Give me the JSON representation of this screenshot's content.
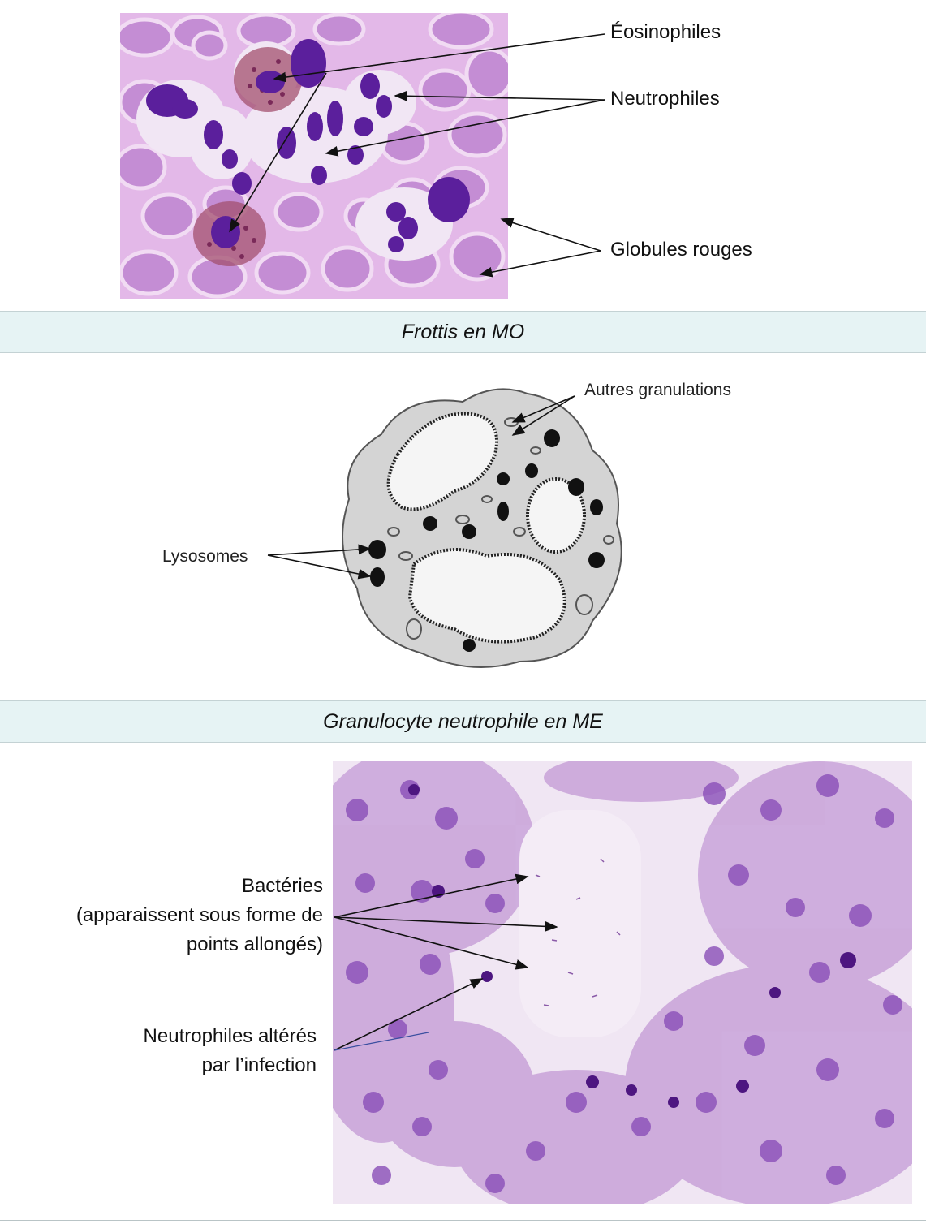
{
  "section1": {
    "caption": "Frottis en MO",
    "labels": {
      "eosinophiles": "Éosinophiles",
      "neutrophiles": "Neutrophiles",
      "globules_rouges": "Globules rouges"
    }
  },
  "section2": {
    "caption": "Granulocyte neutrophile en ME",
    "labels": {
      "autres_granulations": "Autres granulations",
      "lysosomes": "Lysosomes"
    }
  },
  "section3": {
    "labels": {
      "bacteries_line1": "Bactéries",
      "bacteries_line2": "(apparaissent sous forme de",
      "bacteries_line3": "points allongés)",
      "neutro_alteres_line1": "Neutrophiles altérés",
      "neutro_alteres_line2": "par l’infection"
    }
  },
  "colors": {
    "band": "#e6f3f4",
    "stain_light": "#d9b4e6",
    "nucleus": "#5b1f9c",
    "em_gray": "#d4d4d4"
  }
}
